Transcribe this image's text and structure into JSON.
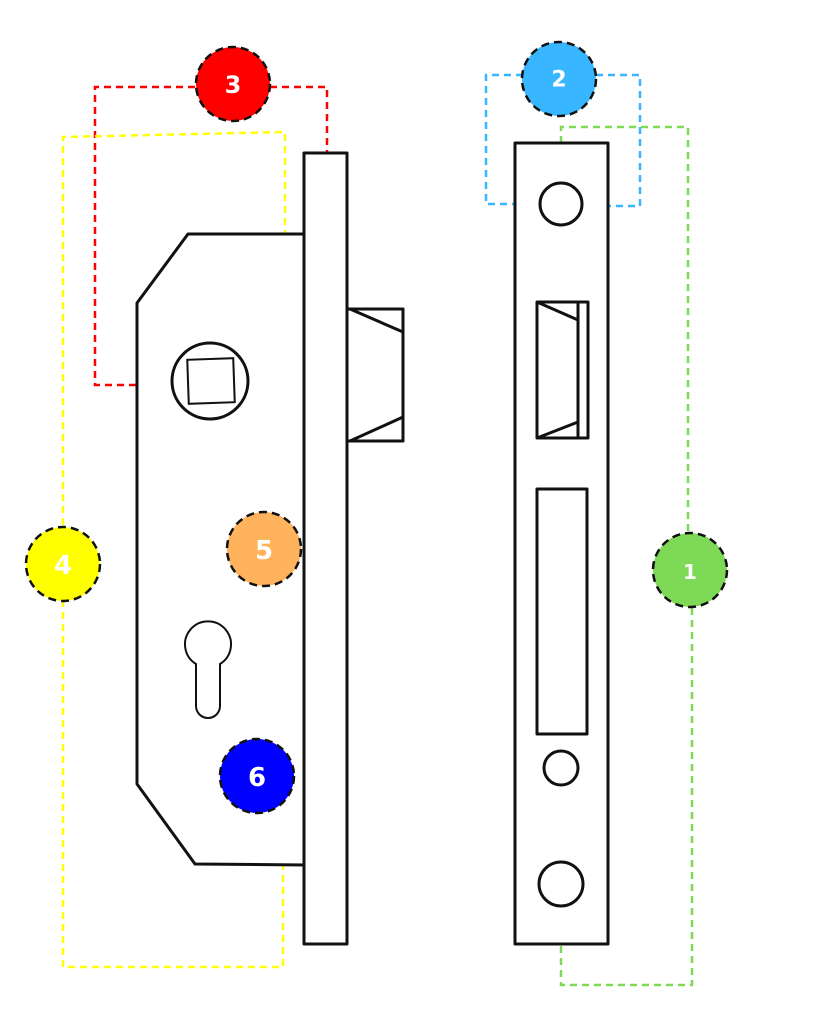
{
  "badges": {
    "b1": {
      "label": "1",
      "color": "#7ED957"
    },
    "b2": {
      "label": "2",
      "color": "#38B6FF"
    },
    "b3": {
      "label": "3",
      "color": "#FF0000"
    },
    "b4": {
      "label": "4",
      "color": "#FFFF00"
    },
    "b5": {
      "label": "5",
      "color": "#FFB35C"
    },
    "b6": {
      "label": "6",
      "color": "#0000FF"
    }
  }
}
